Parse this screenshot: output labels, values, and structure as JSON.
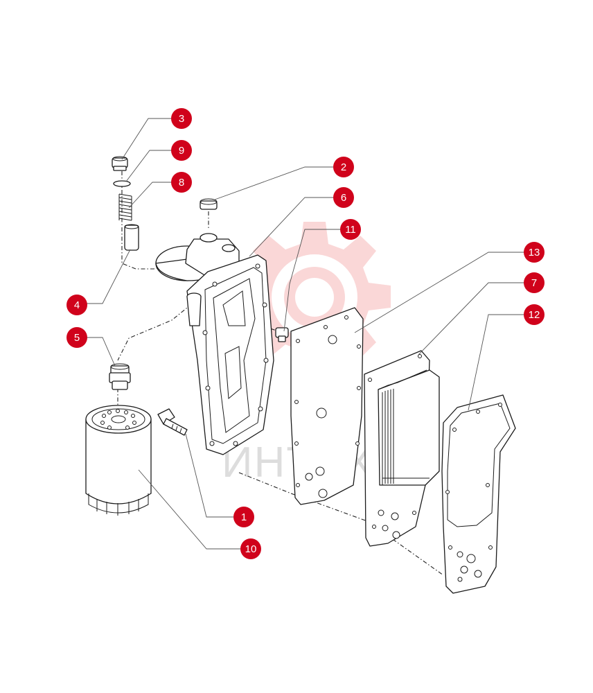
{
  "watermark": {
    "text": "ИНТЕХ",
    "color": "#f2b4b4"
  },
  "callout_color": "#d0021b",
  "callouts": [
    {
      "label": "3"
    },
    {
      "label": "9"
    },
    {
      "label": "8"
    },
    {
      "label": "2"
    },
    {
      "label": "6"
    },
    {
      "label": "11"
    },
    {
      "label": "4"
    },
    {
      "label": "5"
    },
    {
      "label": "13"
    },
    {
      "label": "7"
    },
    {
      "label": "12"
    },
    {
      "label": "1"
    },
    {
      "label": "10"
    }
  ]
}
